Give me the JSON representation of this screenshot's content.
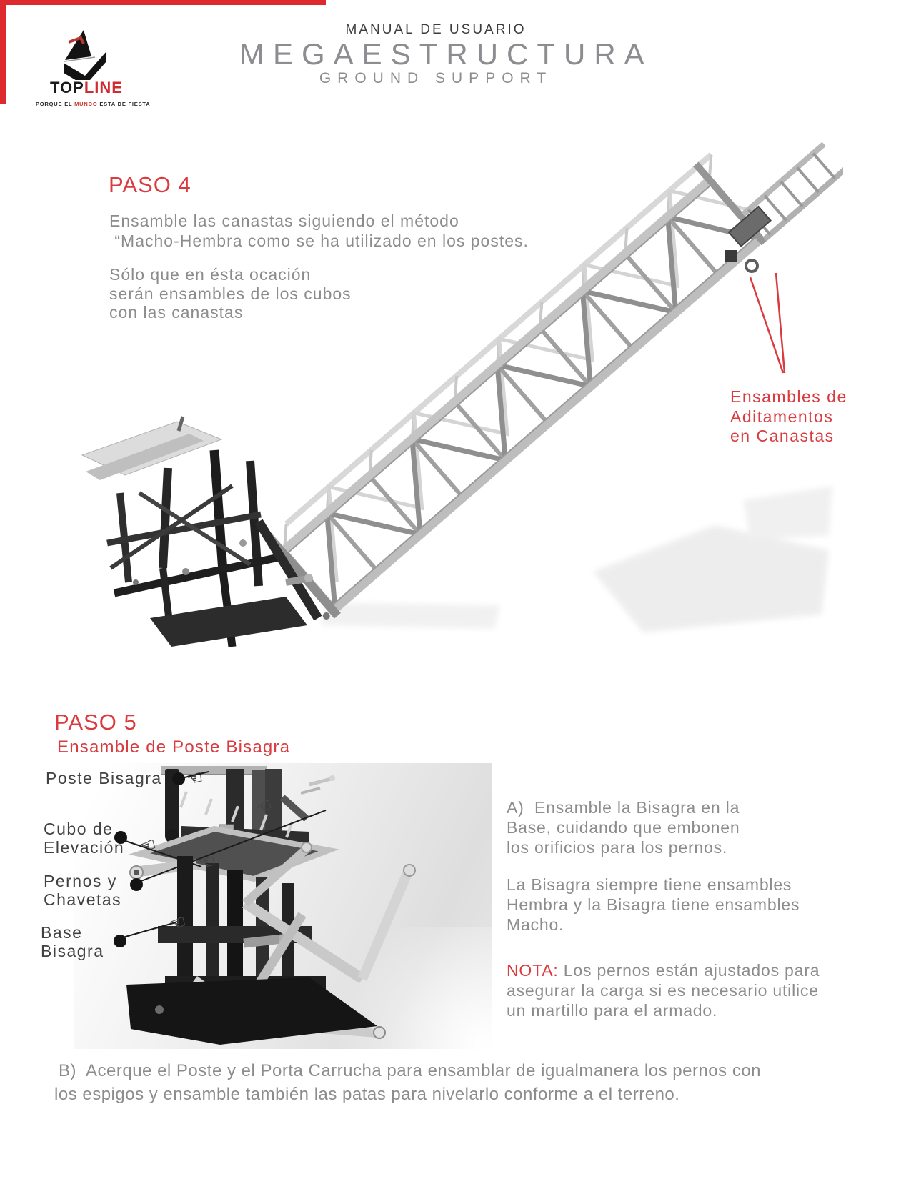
{
  "colors": {
    "accent_red": "#d93b3f",
    "logo_red": "#cf2b31",
    "body_gray": "#8c8c8c",
    "label_gray": "#414141",
    "header_gray": "#8d8d91"
  },
  "logo": {
    "brand_black": "TOP",
    "brand_red": "LINE",
    "tagline_1": "PORQUE EL ",
    "tagline_red": "MUNDO",
    "tagline_2": " ESTA DE FIESTA"
  },
  "header": {
    "eyebrow": "MANUAL DE USUARIO",
    "title": "MEGAESTRUCTURA",
    "subtitle": "GROUND SUPPORT"
  },
  "paso4": {
    "heading": "PASO 4",
    "p1": [
      "Ensamble las canastas siguiendo el método",
      " “Macho-Hembra como se ha utilizado en los postes."
    ],
    "p2": [
      "Sólo que en ésta ocación",
      "serán ensambles de los cubos",
      "con las canastas"
    ],
    "callout": [
      "Ensambles de",
      "Aditamentos",
      "en Canastas"
    ]
  },
  "paso5": {
    "heading": "PASO 5",
    "subheading": "Ensamble de Poste Bisagra",
    "labels": {
      "poste": [
        "Poste Bisagra"
      ],
      "cubo": [
        "Cubo de",
        "Elevación"
      ],
      "pernos": [
        "Pernos y",
        "Chavetas"
      ],
      "base": [
        "Base",
        "Bisagra"
      ]
    },
    "blockA": [
      "A)  Ensamble la Bisagra en la",
      "Base, cuidando que embonen",
      "los orificios para los pernos."
    ],
    "blockA2": [
      "La Bisagra siempre tiene ensambles",
      "Hembra y la Bisagra tiene ensambles",
      "Macho."
    ],
    "nota_label": "NOTA:",
    "nota": [
      " Los pernos están ajustados para",
      "asegurar la carga si es necesario utilice",
      "un martillo para el armado."
    ],
    "blockB": [
      "B)  Acerque el Poste y el Porta Carrucha para ensamblar de igualmanera los pernos con",
      "los espigos y ensamble también las patas para nivelarlo conforme a el terreno."
    ]
  }
}
